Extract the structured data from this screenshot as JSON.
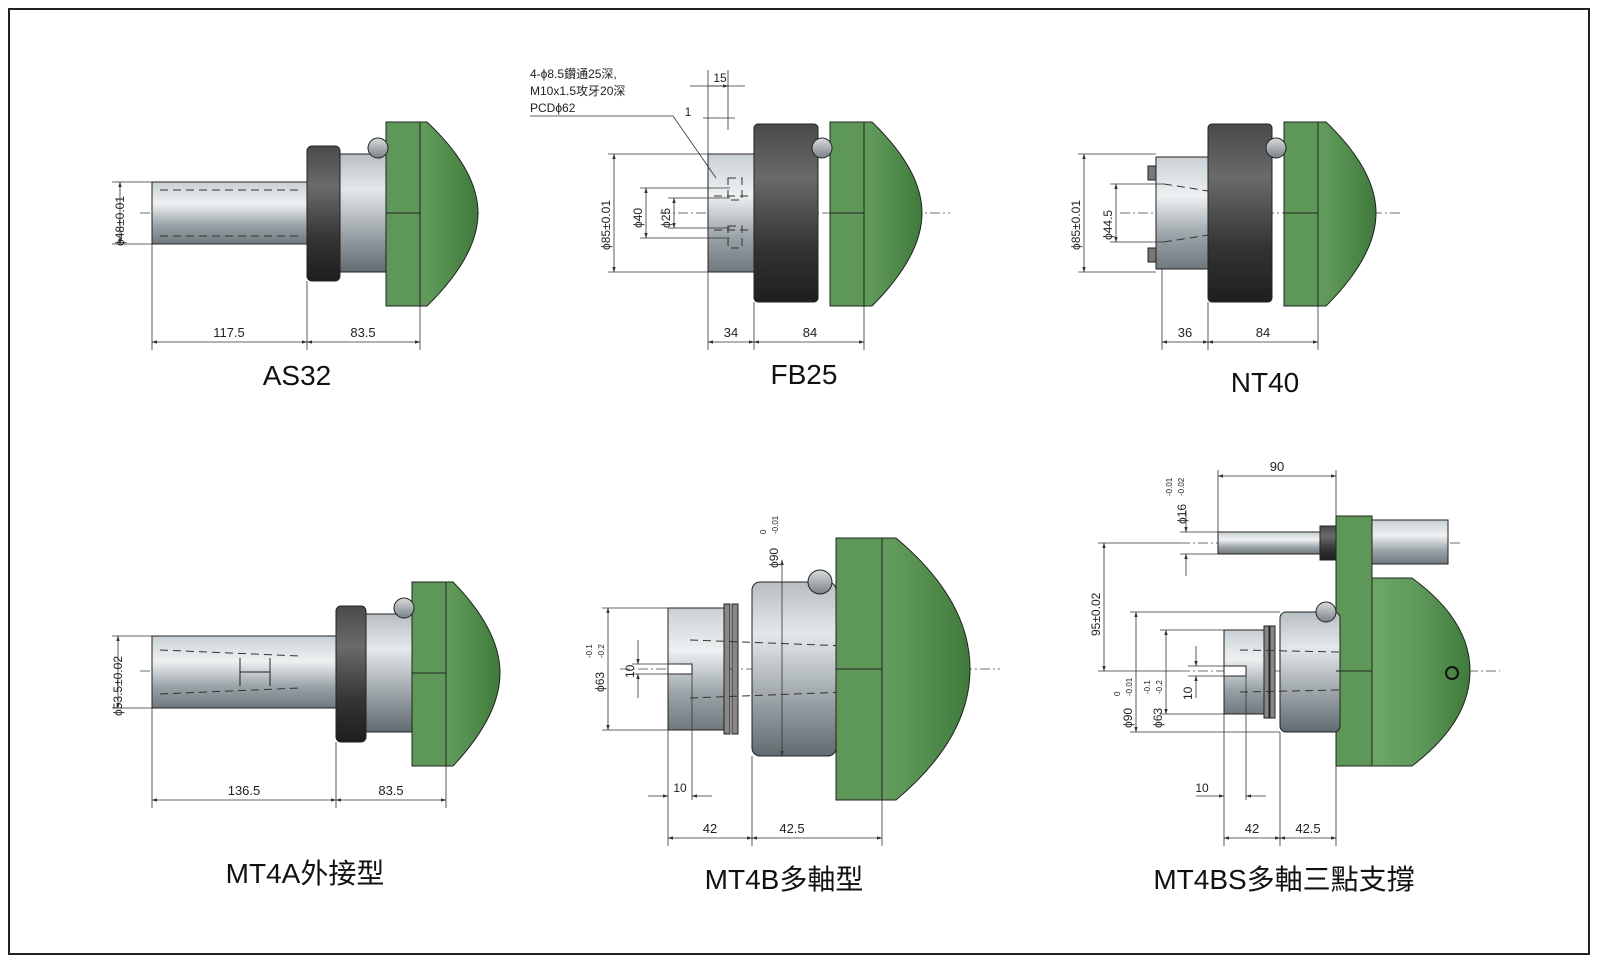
{
  "colors": {
    "body_green": "#5e9858",
    "dark_green": "#3f7a3c",
    "shaft_grey": "#9aa3a8",
    "housing_grey": "#a9b1b6",
    "collar_dark": "#3b3b3b",
    "frame": "#222222"
  },
  "views": {
    "as32": {
      "title": "AS32",
      "dims": {
        "dia": "ϕ48±0.01",
        "len1": "117.5",
        "len2": "83.5"
      }
    },
    "fb25": {
      "title": "FB25",
      "note": [
        "4-ϕ8.5鑽通25深,",
        "M10x1.5攻牙20深",
        "PCDϕ62"
      ],
      "dims": {
        "dia_outer": "ϕ85±0.01",
        "dia_40": "ϕ40",
        "dia_25": "ϕ25",
        "top": "15",
        "small": "1",
        "len1": "34",
        "len2": "84"
      }
    },
    "nt40": {
      "title": "NT40",
      "dims": {
        "dia_outer": "ϕ85±0.01",
        "dia_inner": "ϕ44.5",
        "len1": "36",
        "len2": "84"
      }
    },
    "mt4a": {
      "title": "MT4A外接型",
      "dims": {
        "dia": "ϕ53.5±0.02",
        "len1": "136.5",
        "len2": "83.5"
      }
    },
    "mt4b": {
      "title": "MT4B多軸型",
      "dims": {
        "dia_90": "ϕ90",
        "tol90_up": "0",
        "tol90_lo": "-0.01",
        "dia_63": "ϕ63",
        "tol63_up": "-0.1",
        "tol63_lo": "-0.2",
        "key": "10",
        "slot": "10",
        "len1": "42",
        "len2": "42.5"
      }
    },
    "mt4bs": {
      "title": "MT4BS多軸三點支撐",
      "dims": {
        "top": "90",
        "dia_16": "ϕ16",
        "tol16_up": "-0.01",
        "tol16_lo": "-0.02",
        "offset": "95±0.02",
        "dia_90": "ϕ90",
        "tol90_up": "0",
        "tol90_lo": "-0.01",
        "dia_63": "ϕ63",
        "tol63_up": "-0.1",
        "tol63_lo": "-0.2",
        "key": "10",
        "slot": "10",
        "len1": "42",
        "len2": "42.5"
      }
    }
  }
}
